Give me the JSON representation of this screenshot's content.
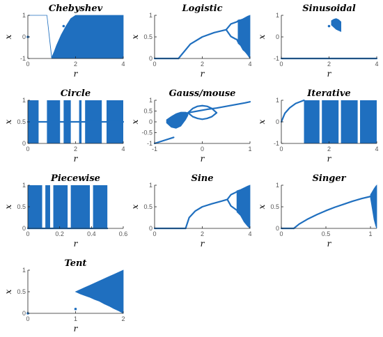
{
  "figure": {
    "mark_color": "#1f6fbf"
  },
  "chart_data": [
    {
      "type": "scatter",
      "title": "Chebyshev",
      "xlabel": "r",
      "ylabel": "x",
      "xlim": [
        0,
        4
      ],
      "ylim": [
        -1,
        1
      ],
      "xticks": [
        0,
        2,
        4
      ],
      "xtick_labels": [
        "0",
        "2",
        "4"
      ],
      "yticks": [
        -1,
        0,
        1
      ],
      "ytick_labels": [
        "-1",
        "0",
        "1"
      ],
      "band": {
        "x": [
          0,
          0.2,
          0.5,
          0.8,
          1.0,
          1.1,
          1.2,
          1.4,
          1.6,
          1.8,
          2.0,
          2.2,
          2.6,
          3.0,
          3.5,
          4.0
        ],
        "lo": [
          1,
          1,
          1,
          1,
          -1,
          -1,
          -1,
          -1,
          -1,
          -1,
          -1,
          -1,
          -1,
          -1,
          -1,
          -1
        ],
        "hi": [
          1,
          1,
          1,
          1,
          -0.95,
          -0.7,
          -0.4,
          0.1,
          0.5,
          0.85,
          1,
          1,
          1,
          1,
          1,
          1
        ]
      },
      "points": [
        [
          0,
          0
        ],
        [
          1.5,
          0.5
        ]
      ]
    },
    {
      "type": "scatter",
      "title": "Logistic",
      "xlabel": "r",
      "ylabel": "x",
      "xlim": [
        0,
        4
      ],
      "ylim": [
        0,
        1
      ],
      "xticks": [
        0,
        2,
        4
      ],
      "xtick_labels": [
        "0",
        "2",
        "4"
      ],
      "yticks": [
        0,
        0.5,
        1
      ],
      "ytick_labels": [
        "0",
        "0.5",
        "1"
      ],
      "lines": [
        {
          "x": [
            0,
            1.0
          ],
          "y": [
            0,
            0
          ]
        },
        {
          "x": [
            1.0,
            1.5,
            2.0,
            2.5,
            3.0
          ],
          "y": [
            0.0,
            0.333,
            0.5,
            0.6,
            0.667
          ]
        },
        {
          "x": [
            3.0,
            3.2,
            3.4,
            3.45,
            3.5
          ],
          "y": [
            0.667,
            0.8,
            0.84,
            0.85,
            0.87
          ]
        },
        {
          "x": [
            3.0,
            3.2,
            3.4,
            3.45,
            3.5
          ],
          "y": [
            0.667,
            0.51,
            0.45,
            0.44,
            0.38
          ]
        }
      ],
      "band": {
        "x": [
          3.5,
          3.6,
          3.7,
          3.8,
          3.9,
          4.0
        ],
        "lo": [
          0.35,
          0.3,
          0.2,
          0.15,
          0.08,
          0.0
        ],
        "hi": [
          0.89,
          0.9,
          0.92,
          0.95,
          0.98,
          1.0
        ]
      }
    },
    {
      "type": "scatter",
      "title": "Sinusoidal",
      "xlabel": "r",
      "ylabel": "x",
      "xlim": [
        0,
        4
      ],
      "ylim": [
        -1,
        1
      ],
      "xticks": [
        0,
        2,
        4
      ],
      "xtick_labels": [
        "0",
        "2",
        "4"
      ],
      "yticks": [
        -1,
        0,
        1
      ],
      "ytick_labels": [
        "-1",
        "0",
        "1"
      ],
      "lines": [
        {
          "x": [
            0,
            4
          ],
          "y": [
            -1,
            -1
          ]
        }
      ],
      "band": {
        "x": [
          2.1,
          2.2,
          2.3,
          2.4,
          2.5
        ],
        "lo": [
          0.55,
          0.45,
          0.35,
          0.3,
          0.25
        ],
        "hi": [
          0.75,
          0.82,
          0.85,
          0.8,
          0.7
        ]
      },
      "points": [
        [
          2.0,
          0.5
        ]
      ]
    },
    {
      "type": "scatter",
      "title": "Circle",
      "xlabel": "r",
      "ylabel": "x",
      "xlim": [
        0,
        4
      ],
      "ylim": [
        0,
        1
      ],
      "xticks": [
        0,
        2,
        4
      ],
      "xtick_labels": [
        "0",
        "2",
        "4"
      ],
      "yticks": [
        0,
        0.5,
        1
      ],
      "ytick_labels": [
        "0",
        "0.5",
        "1"
      ],
      "strips": [
        [
          0.0,
          0.45
        ],
        [
          0.8,
          1.35
        ],
        [
          1.5,
          1.8
        ],
        [
          2.15,
          2.25
        ],
        [
          2.4,
          3.1
        ],
        [
          3.3,
          4.0
        ]
      ],
      "lines": [
        {
          "x": [
            0,
            4
          ],
          "y": [
            0.5,
            0.5
          ]
        }
      ]
    },
    {
      "type": "scatter",
      "title": "Gauss/mouse",
      "xlabel": "r",
      "ylabel": "x",
      "xlim": [
        -1,
        1
      ],
      "ylim": [
        -1,
        1
      ],
      "xticks": [
        -1,
        0,
        1
      ],
      "xtick_labels": [
        "-1",
        "0",
        "1"
      ],
      "yticks": [
        -1,
        -0.5,
        0,
        0.5,
        1
      ],
      "ytick_labels": [
        "-1",
        "-0.5",
        "0",
        "0.5",
        "1"
      ],
      "lines": [
        {
          "x": [
            -1.0,
            -0.6
          ],
          "y": [
            -1.0,
            -0.72
          ]
        },
        {
          "x": [
            -0.3,
            -0.1,
            0.1,
            0.3,
            0.5,
            0.7,
            0.9,
            1.0
          ],
          "y": [
            0.42,
            0.5,
            0.58,
            0.64,
            0.72,
            0.8,
            0.88,
            0.93
          ]
        },
        {
          "x": [
            -0.3,
            -0.2,
            -0.1,
            0.0,
            0.1,
            0.2,
            0.3
          ],
          "y": [
            0.42,
            0.62,
            0.72,
            0.75,
            0.72,
            0.62,
            0.42
          ]
        },
        {
          "x": [
            -0.3,
            -0.2,
            -0.1,
            0.0,
            0.1,
            0.2,
            0.3
          ],
          "y": [
            0.42,
            0.24,
            0.16,
            0.12,
            0.16,
            0.24,
            0.42
          ]
        }
      ],
      "band": {
        "x": [
          -0.75,
          -0.65,
          -0.55,
          -0.45,
          -0.35,
          -0.3
        ],
        "lo": [
          -0.05,
          -0.25,
          -0.3,
          -0.2,
          0.1,
          0.3
        ],
        "hi": [
          0.1,
          0.25,
          0.38,
          0.45,
          0.45,
          0.42
        ]
      }
    },
    {
      "type": "scatter",
      "title": "Iterative",
      "xlabel": "r",
      "ylabel": "x",
      "xlim": [
        0,
        4
      ],
      "ylim": [
        -1,
        1
      ],
      "xticks": [
        0,
        2,
        4
      ],
      "xtick_labels": [
        "0",
        "2",
        "4"
      ],
      "yticks": [
        -1,
        0,
        1
      ],
      "ytick_labels": [
        "-1",
        "0",
        "1"
      ],
      "strips": [
        [
          0.95,
          1.6
        ],
        [
          1.7,
          2.4
        ],
        [
          2.5,
          3.2
        ],
        [
          3.3,
          4.0
        ]
      ],
      "lines": [
        {
          "x": [
            0.0,
            0.15,
            0.35,
            0.6,
            0.95
          ],
          "y": [
            0.0,
            0.4,
            0.65,
            0.85,
            1.0
          ]
        }
      ]
    },
    {
      "type": "scatter",
      "title": "Piecewise",
      "xlabel": "r",
      "ylabel": "x",
      "xlim": [
        0,
        0.6
      ],
      "ylim": [
        0,
        1
      ],
      "xticks": [
        0,
        0.2,
        0.4,
        0.6
      ],
      "xtick_labels": [
        "0",
        "0.2",
        "0.4",
        "0.6"
      ],
      "yticks": [
        0,
        0.5,
        1
      ],
      "ytick_labels": [
        "0",
        "0.5",
        "1"
      ],
      "strips": [
        [
          0.0,
          0.09
        ],
        [
          0.11,
          0.14
        ],
        [
          0.16,
          0.25
        ],
        [
          0.27,
          0.39
        ],
        [
          0.41,
          0.5
        ]
      ],
      "lines": [
        {
          "x": [
            0,
            0.5
          ],
          "y": [
            0,
            0
          ]
        }
      ]
    },
    {
      "type": "scatter",
      "title": "Sine",
      "xlabel": "r",
      "ylabel": "x",
      "xlim": [
        0,
        4
      ],
      "ylim": [
        0,
        1
      ],
      "xticks": [
        0,
        2,
        4
      ],
      "xtick_labels": [
        "0",
        "2",
        "4"
      ],
      "yticks": [
        0,
        0.5,
        1
      ],
      "ytick_labels": [
        "0",
        "0.5",
        "1"
      ],
      "lines": [
        {
          "x": [
            0,
            1.3
          ],
          "y": [
            0,
            0
          ]
        },
        {
          "x": [
            1.3,
            1.45,
            1.7,
            2.0,
            2.4,
            2.8,
            3.05
          ],
          "y": [
            0.0,
            0.25,
            0.4,
            0.5,
            0.57,
            0.63,
            0.67
          ]
        },
        {
          "x": [
            3.05,
            3.2,
            3.35,
            3.45
          ],
          "y": [
            0.67,
            0.78,
            0.82,
            0.85
          ]
        },
        {
          "x": [
            3.05,
            3.2,
            3.35,
            3.45
          ],
          "y": [
            0.67,
            0.52,
            0.46,
            0.42
          ]
        }
      ],
      "band": {
        "x": [
          3.45,
          3.6,
          3.75,
          3.9,
          4.0
        ],
        "lo": [
          0.38,
          0.3,
          0.15,
          0.05,
          0.0
        ],
        "hi": [
          0.87,
          0.9,
          0.94,
          0.98,
          1.0
        ]
      }
    },
    {
      "type": "scatter",
      "title": "Singer",
      "xlabel": "r",
      "ylabel": "x",
      "xlim": [
        0,
        1.07
      ],
      "ylim": [
        0,
        1
      ],
      "xticks": [
        0,
        0.5,
        1
      ],
      "xtick_labels": [
        "0",
        "0.5",
        "1"
      ],
      "yticks": [
        0,
        0.5,
        1
      ],
      "ytick_labels": [
        "0",
        "0.5",
        "1"
      ],
      "lines": [
        {
          "x": [
            0,
            0.14
          ],
          "y": [
            0,
            0
          ]
        },
        {
          "x": [
            0.14,
            0.2,
            0.3,
            0.4,
            0.5,
            0.6,
            0.7,
            0.8,
            0.9,
            1.0
          ],
          "y": [
            0.0,
            0.1,
            0.22,
            0.32,
            0.41,
            0.49,
            0.56,
            0.63,
            0.69,
            0.74
          ]
        }
      ],
      "band": {
        "x": [
          1.0,
          1.02,
          1.04,
          1.06,
          1.07
        ],
        "lo": [
          0.7,
          0.45,
          0.2,
          0.05,
          0.0
        ],
        "hi": [
          0.78,
          0.85,
          0.92,
          0.98,
          1.0
        ]
      }
    },
    {
      "type": "scatter",
      "title": "Tent",
      "xlabel": "r",
      "ylabel": "x",
      "xlim": [
        0,
        2
      ],
      "ylim": [
        0,
        1
      ],
      "xticks": [
        0,
        1,
        2
      ],
      "xtick_labels": [
        "0",
        "1",
        "2"
      ],
      "yticks": [
        0,
        0.5,
        1
      ],
      "ytick_labels": [
        "0",
        "0.5",
        "1"
      ],
      "band": {
        "x": [
          1.0,
          1.1,
          1.2,
          1.3,
          1.4,
          1.5,
          1.6,
          1.7,
          1.8,
          1.9,
          2.0
        ],
        "lo": [
          0.5,
          0.45,
          0.41,
          0.37,
          0.32,
          0.28,
          0.22,
          0.17,
          0.11,
          0.06,
          0.0
        ],
        "hi": [
          0.5,
          0.55,
          0.6,
          0.65,
          0.7,
          0.75,
          0.8,
          0.85,
          0.9,
          0.95,
          1.0
        ]
      },
      "points": [
        [
          0,
          0
        ],
        [
          1.0,
          0.1
        ]
      ]
    }
  ]
}
